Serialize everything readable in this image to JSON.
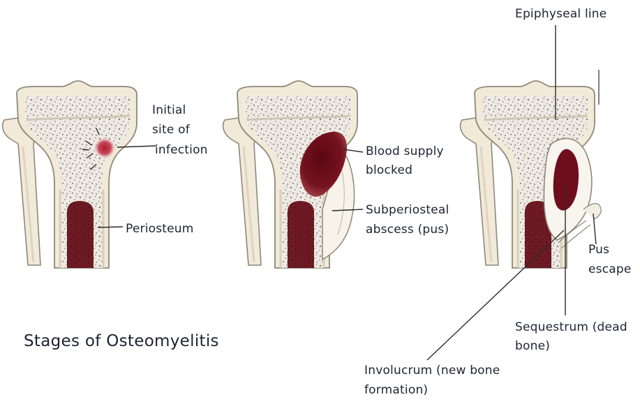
{
  "title": "Stages of Osteomyelitis",
  "stages": [
    {
      "labels": {
        "initial_site_line1": "Initial",
        "initial_site_line2": "site of",
        "initial_site_line3": "infection",
        "periosteum": "Periosteum"
      }
    },
    {
      "labels": {
        "blood_supply_line1": "Blood supply",
        "blood_supply_line2": "blocked",
        "abscess_line1": "Subperiosteal",
        "abscess_line2": "abscess (pus)"
      }
    },
    {
      "labels": {
        "epiphyseal_line": "Epiphyseal line",
        "pus_escape_line1": "Pus",
        "pus_escape_line2": "escape",
        "sequestrum_line1": "Sequestrum (dead",
        "sequestrum_line2": "bone)",
        "involucrum_line1": "Involucrum (new bone",
        "involucrum_line2": "formation)"
      }
    }
  ],
  "colors": {
    "bone": "#f1ead9",
    "bone_outline": "#8f8878",
    "marrow": "#6e1a24",
    "infection": "#b8283e",
    "abscess": "#6a0c18",
    "ink": "#1f2233"
  }
}
